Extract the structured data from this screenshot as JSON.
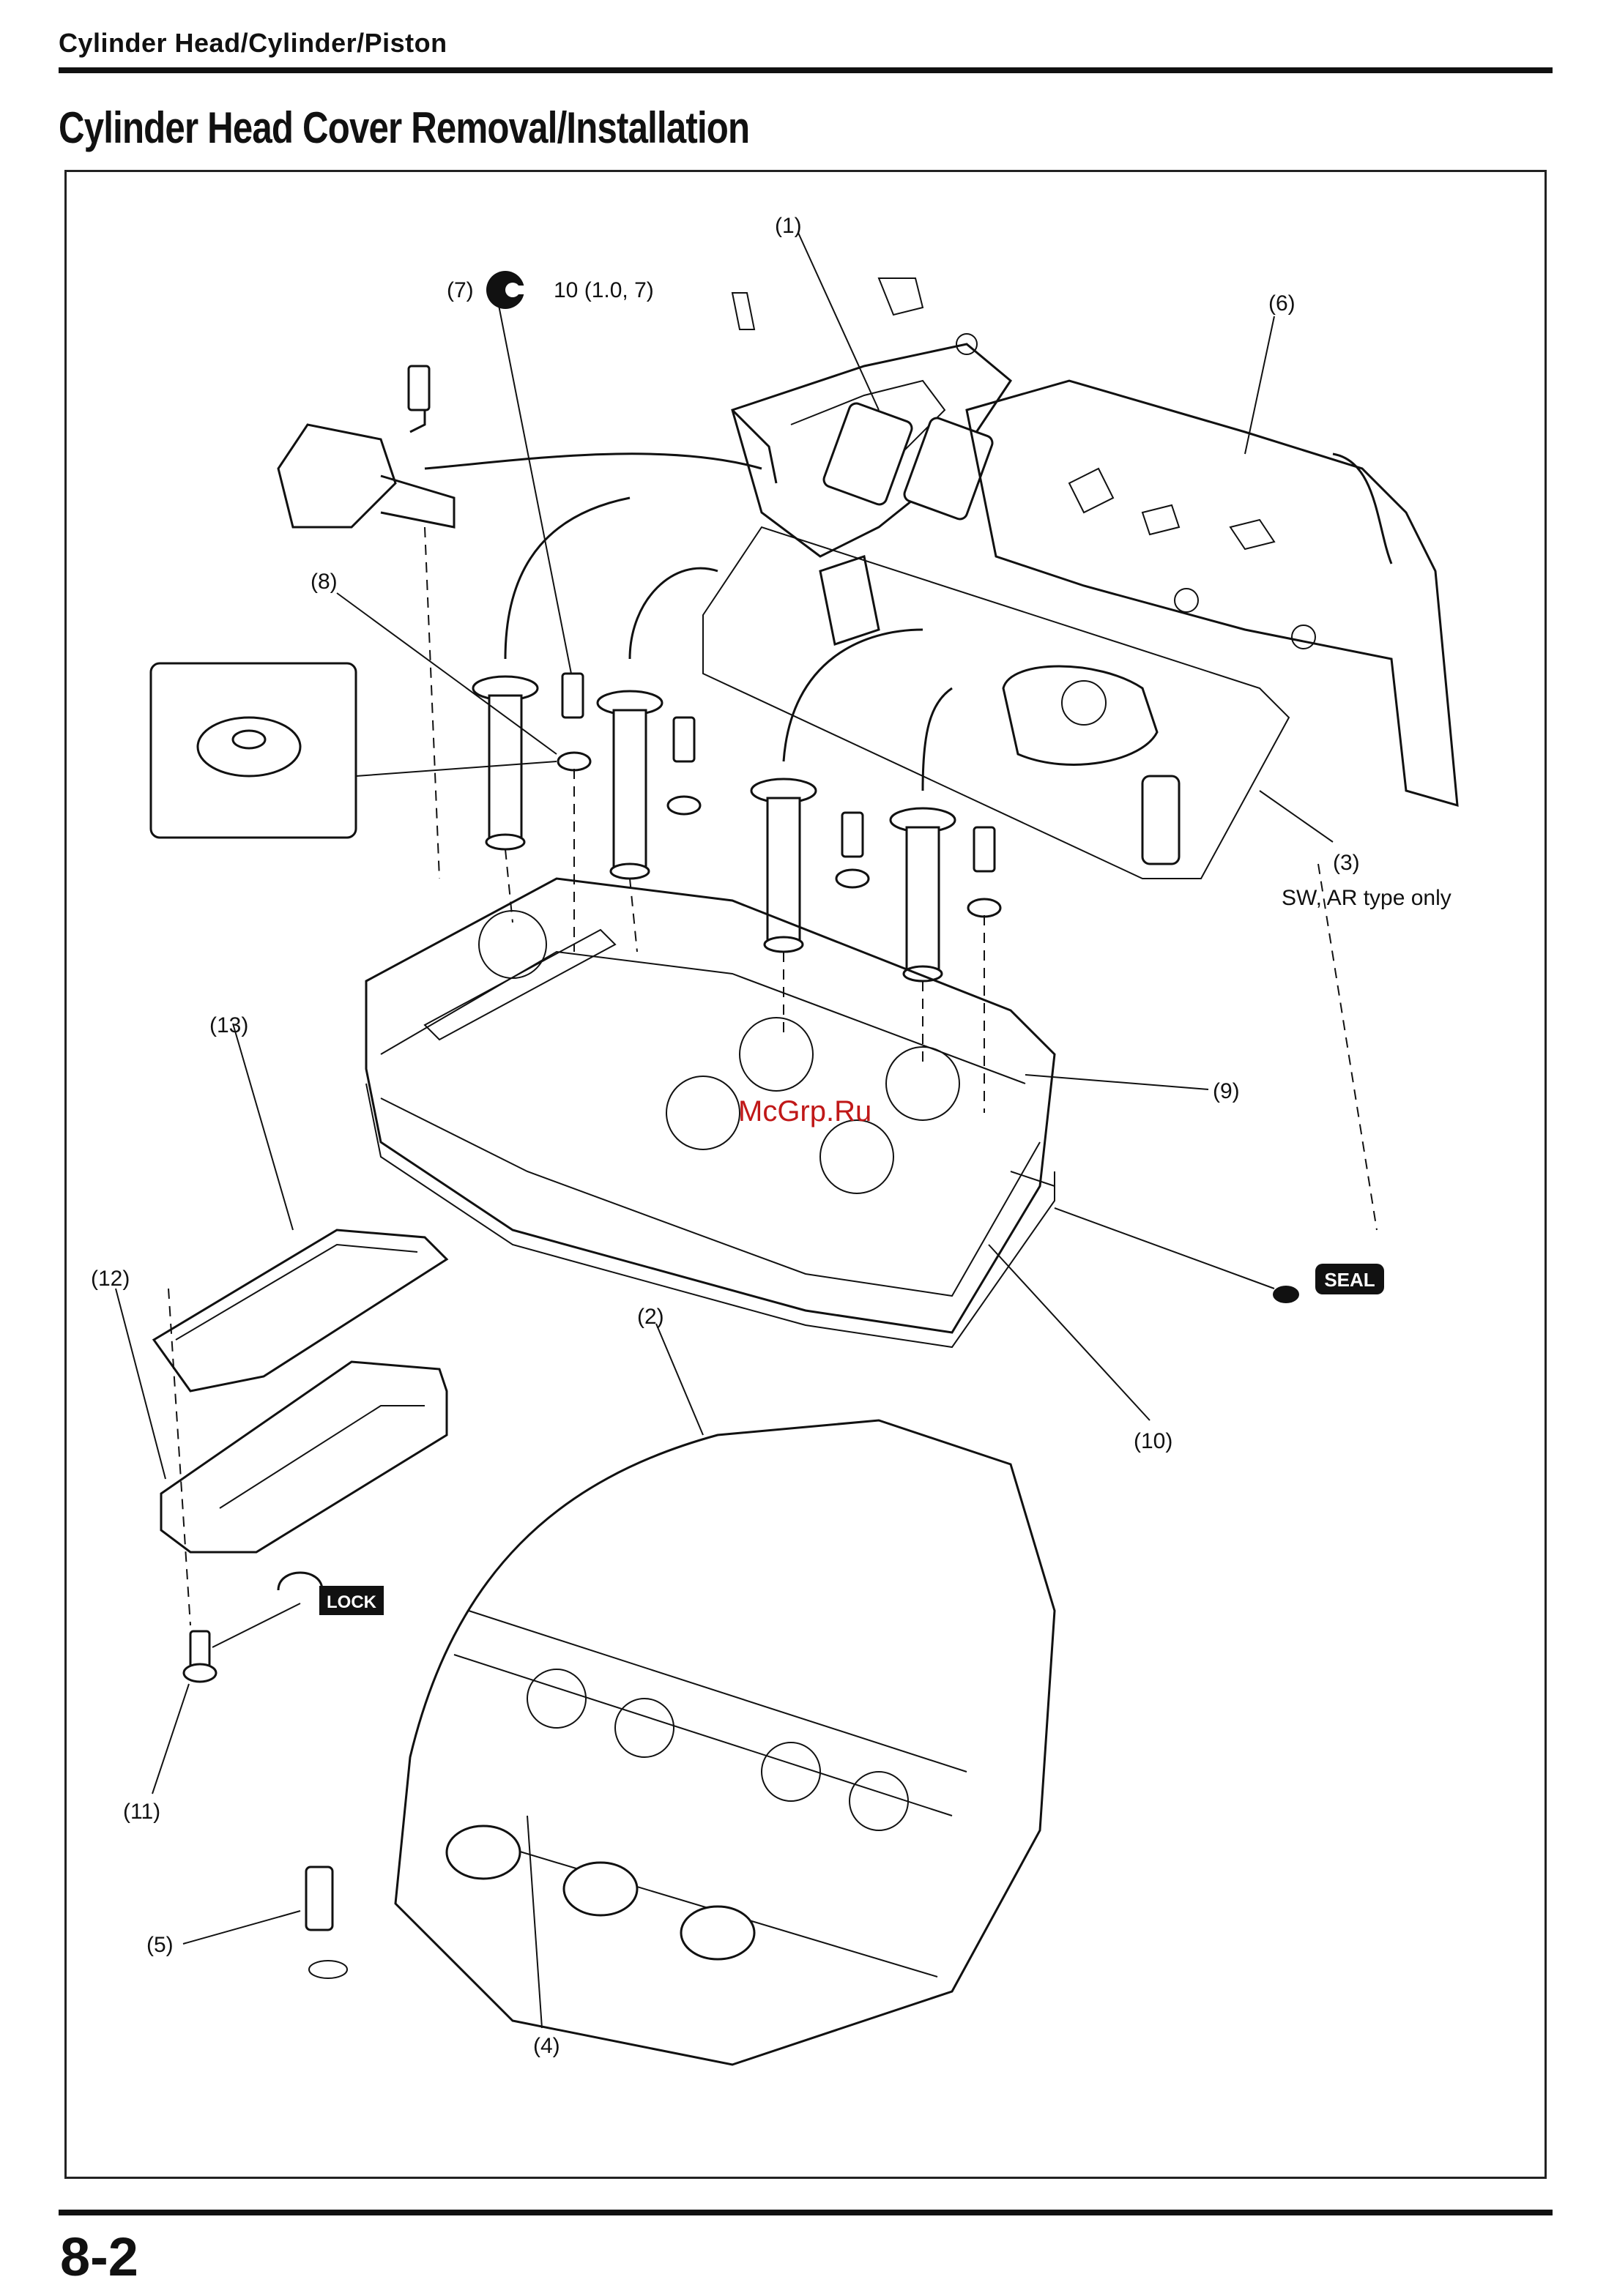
{
  "header": {
    "section": "Cylinder Head/Cylinder/Piston"
  },
  "title": "Cylinder Head Cover Removal/Installation",
  "page_number": "8-2",
  "watermark": "McGrp.Ru",
  "callouts": [
    {
      "id": "c1",
      "text": "(1)"
    },
    {
      "id": "c2",
      "text": "(2)"
    },
    {
      "id": "c3",
      "text": "(3)"
    },
    {
      "id": "c3note",
      "text": "SW, AR type only"
    },
    {
      "id": "c4",
      "text": "(4)"
    },
    {
      "id": "c5",
      "text": "(5)"
    },
    {
      "id": "c6",
      "text": "(6)"
    },
    {
      "id": "c7",
      "text": "(7)"
    },
    {
      "id": "c7torque",
      "text": "10 (1.0, 7)"
    },
    {
      "id": "c8",
      "text": "(8)"
    },
    {
      "id": "c9",
      "text": "(9)"
    },
    {
      "id": "c10",
      "text": "(10)"
    },
    {
      "id": "c11",
      "text": "(11)"
    },
    {
      "id": "c12",
      "text": "(12)"
    },
    {
      "id": "c13",
      "text": "(13)"
    }
  ],
  "symbols": {
    "lock": "LOCK",
    "seal": "SEAL",
    "torque_icon": "torque-wrench-icon"
  }
}
